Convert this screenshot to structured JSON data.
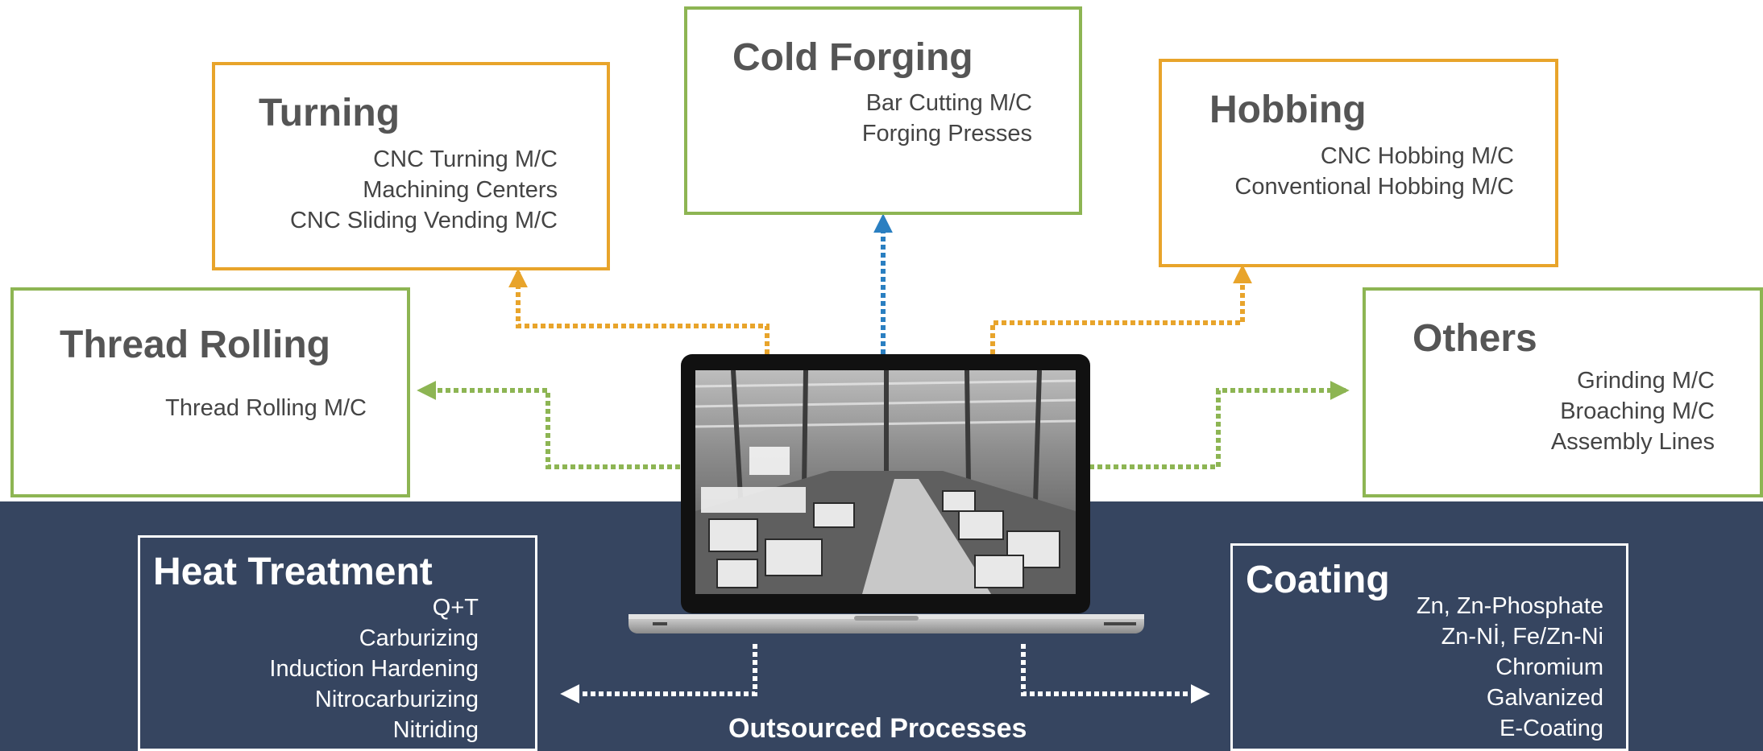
{
  "boxes": {
    "cold_forging": {
      "title": "Cold Forging",
      "items": [
        "Bar Cutting M/C",
        "Forging Presses"
      ]
    },
    "turning": {
      "title": "Turning",
      "items": [
        "CNC Turning M/C",
        "Machining Centers",
        "CNC Sliding Vending M/C"
      ]
    },
    "hobbing": {
      "title": "Hobbing",
      "items": [
        "CNC Hobbing M/C",
        "Conventional Hobbing M/C"
      ]
    },
    "thread_rolling": {
      "title": "Thread Rolling",
      "items": [
        "Thread Rolling M/C"
      ]
    },
    "others": {
      "title": "Others",
      "items": [
        "Grinding M/C",
        "Broaching   M/C",
        "Assembly Lines"
      ]
    },
    "heat_treatment": {
      "title": "Heat Treatment",
      "items": [
        "Q+T",
        "Carburizing",
        "Induction Hardening",
        "Nitrocarburizing",
        "Nitriding"
      ]
    },
    "coating": {
      "title": "Coating",
      "items": [
        "Zn, Zn-Phosphate",
        "Zn-Nİ, Fe/Zn-Ni",
        "Chromium",
        "Galvanized",
        "E-Coating"
      ]
    }
  },
  "footer": {
    "label": "Outsourced Processes"
  },
  "colors": {
    "green": "#8db553",
    "orange": "#e8a42b",
    "blue": "#2a7fc1",
    "navy": "#364560",
    "white": "#ffffff",
    "text_gray": "#555555"
  }
}
